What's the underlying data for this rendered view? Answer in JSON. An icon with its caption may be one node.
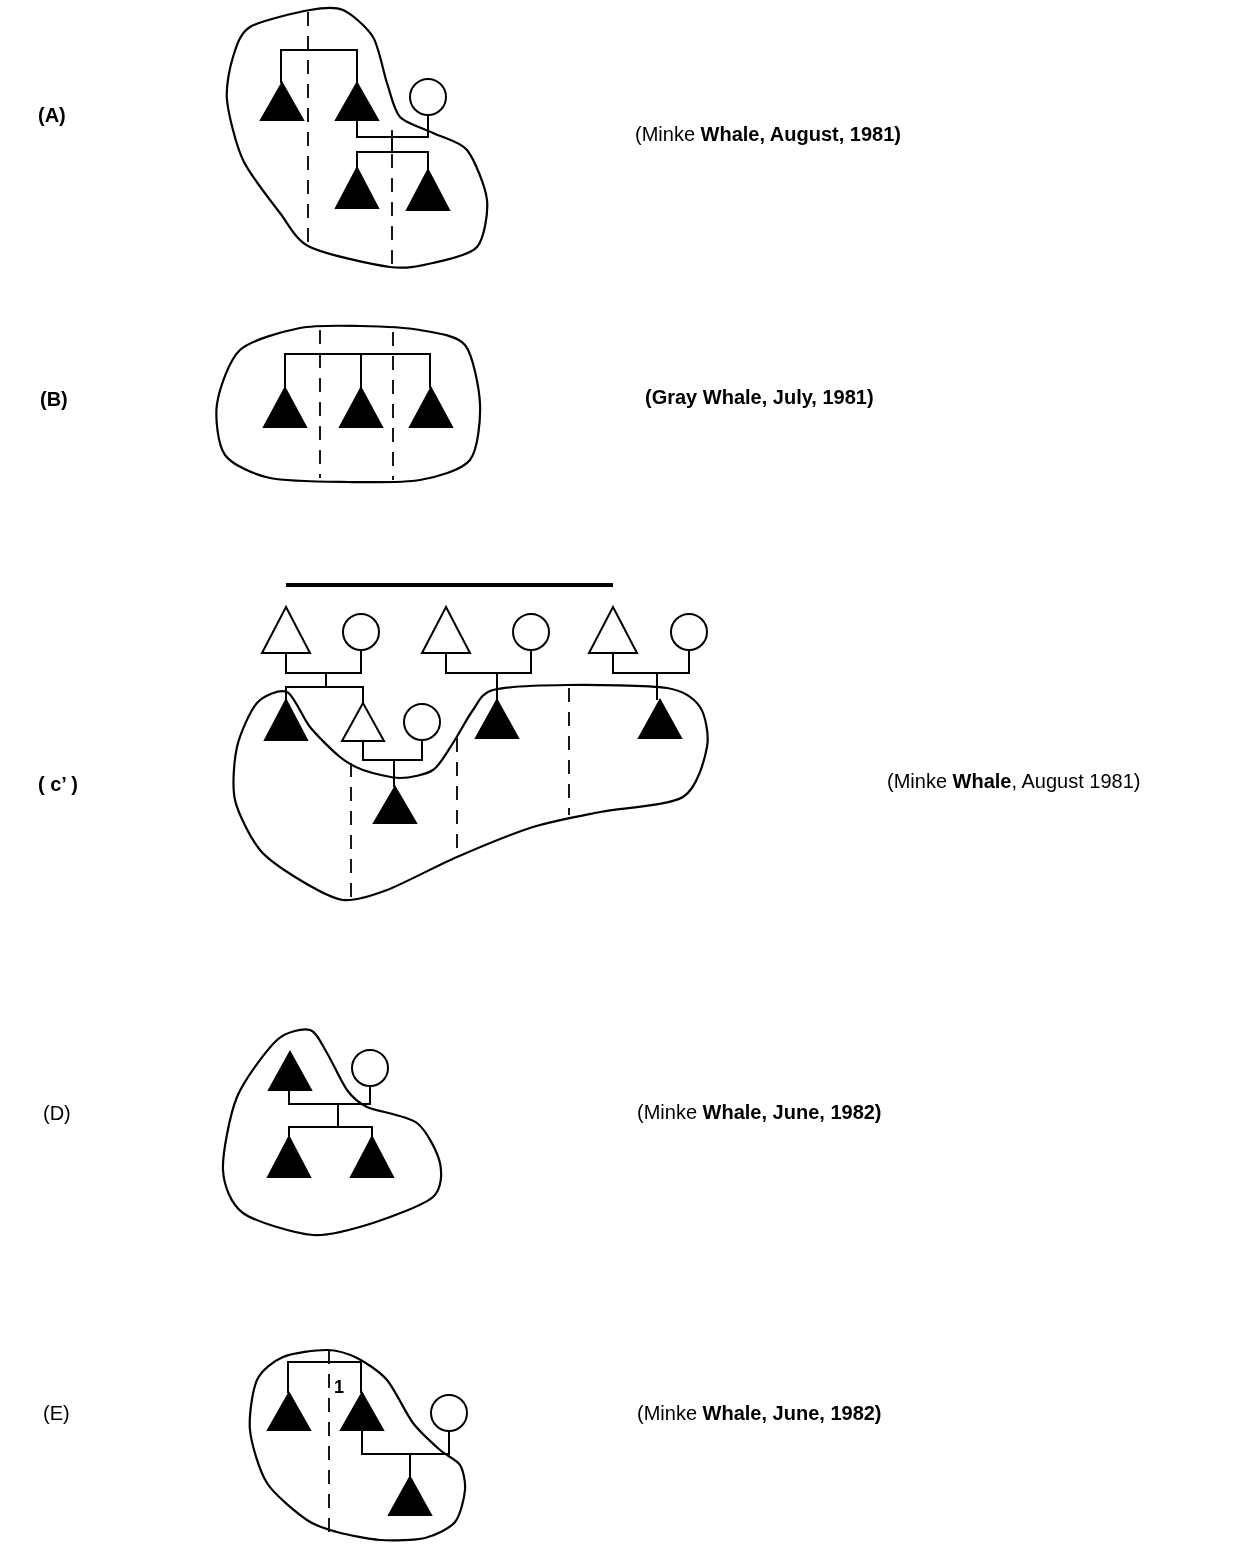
{
  "diagram": {
    "labels": [
      "(A)",
      "(Minke **Whale, August, 1981)**",
      "(B)",
      "(Gray Whale, July, 1981)",
      "( c’ )",
      "(Minke **Whale**, August 1981)",
      "(D)",
      "(Minke **Whale, June, 1982)**",
      "1",
      "(E)",
      "(Minke **Whale, June, 1982)**"
    ]
  }
}
